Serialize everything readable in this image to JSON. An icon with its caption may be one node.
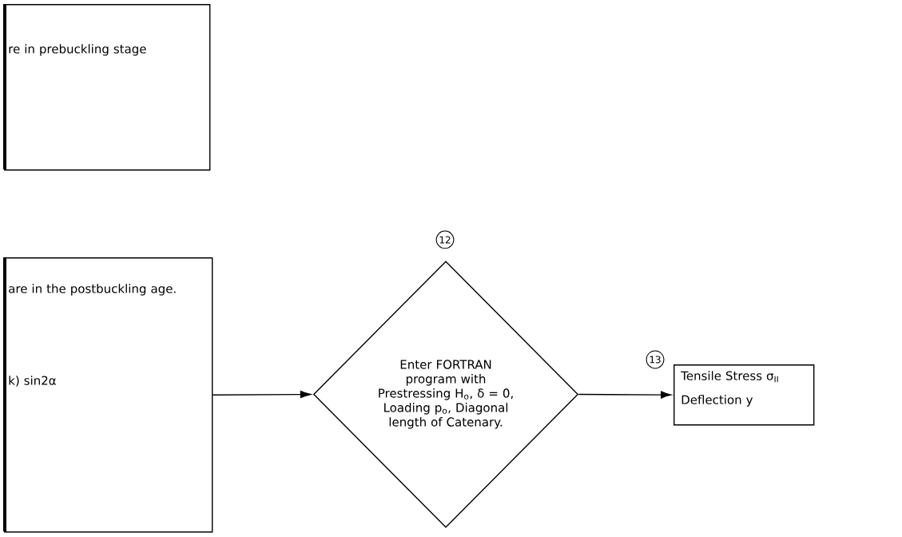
{
  "diagram": {
    "nodes": [
      {
        "text": [
          "re in prebuckling stage"
        ]
      },
      {
        "text": [
          "are in the postbuckling age.",
          "k) sin2α"
        ]
      },
      {
        "text": [
          "Enter FORTRAN program with Prestressing H$_{o}$, δ = 0, Loading p$_{o}$, Diagonal length of Catenary."
        ]
      },
      {
        "text": [
          "Tensile Stress σ$_{II}$",
          "Deflection y"
        ]
      }
    ],
    "edges": [
      {
        "from": 1,
        "to": 2,
        "arrow": "to"
      },
      {
        "from": 2,
        "to": 3,
        "arrow": "to"
      }
    ],
    "labels": [
      "12",
      "13"
    ]
  }
}
